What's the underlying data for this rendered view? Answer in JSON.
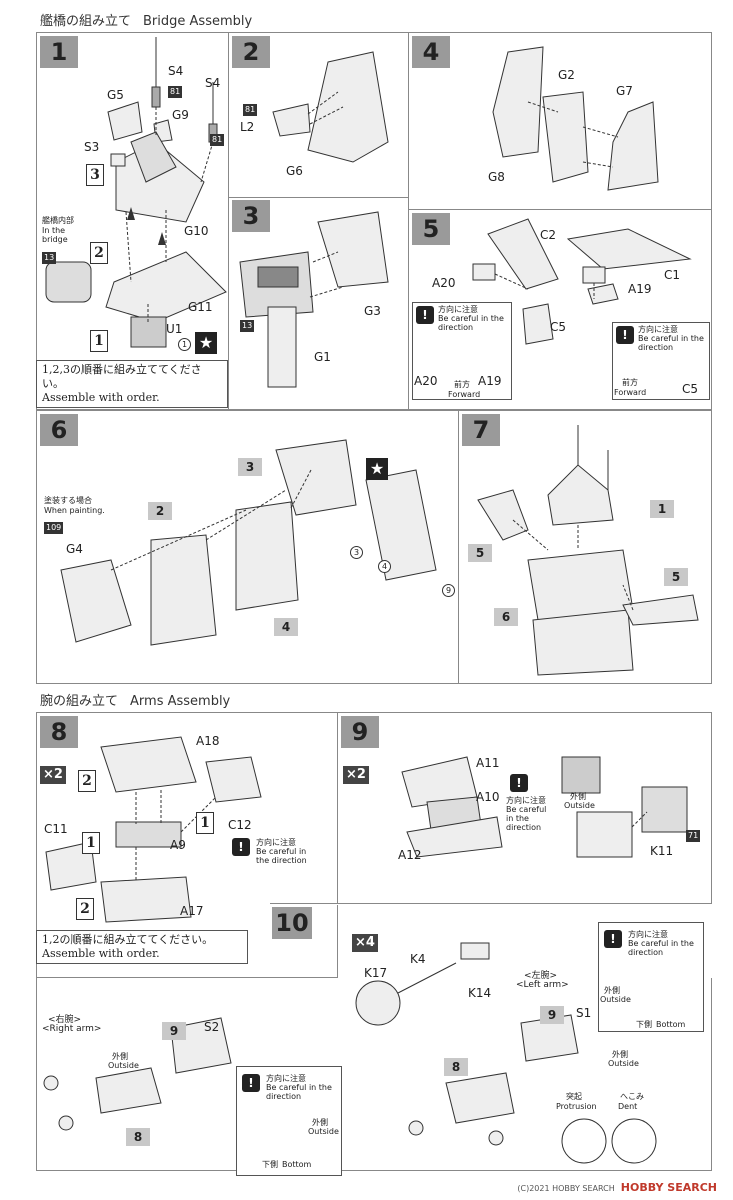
{
  "bridge": {
    "title_jp": "艦橋の組み立て",
    "title_en": "Bridge Assembly"
  },
  "arms": {
    "title_jp": "腕の組み立て",
    "title_en": "Arms Assembly"
  },
  "steps": {
    "s1": {
      "num": "1",
      "labels": [
        "S4",
        "S4",
        "G5",
        "G9",
        "S3",
        "G10",
        "G11",
        "U1"
      ],
      "decal": [
        "81",
        "81"
      ],
      "order": [
        "3",
        "2",
        "1"
      ],
      "inside_jp": "艦橋内部",
      "inside_en": "In the bridge",
      "inside_code": "13",
      "note_jp": "1,2,3の順番に組み立ててください。",
      "note_en": "Assemble with order.",
      "circle": "1"
    },
    "s2": {
      "num": "2",
      "labels": [
        "L2",
        "G6"
      ],
      "decal": "81"
    },
    "s3": {
      "num": "3",
      "labels": [
        "G3",
        "G1"
      ],
      "decal": "13"
    },
    "s4": {
      "num": "4",
      "labels": [
        "G2",
        "G7",
        "G8"
      ]
    },
    "s5": {
      "num": "5",
      "labels": [
        "C2",
        "C1",
        "A20",
        "A19",
        "C5",
        "A20",
        "A19",
        "C5"
      ],
      "caution_jp": "方向に注意",
      "caution_en": "Be careful in the direction",
      "forward_jp": "前方",
      "forward_en": "Forward"
    },
    "s6": {
      "num": "6",
      "paint_jp": "塗装する場合",
      "paint_en": "When painting.",
      "paint_code": "109",
      "label": "G4",
      "boxes": [
        "3",
        "2",
        "4"
      ],
      "circles": [
        "3",
        "4",
        "9"
      ]
    },
    "s7": {
      "num": "7",
      "boxes": [
        "1",
        "5",
        "5",
        "6"
      ]
    },
    "s8": {
      "num": "8",
      "mult": "×2",
      "labels": [
        "A18",
        "C11",
        "A9",
        "C12",
        "A17"
      ],
      "order": [
        "2",
        "1",
        "1",
        "2"
      ],
      "caution_jp": "方向に注意",
      "caution_en": "Be careful in the direction",
      "note_jp": "1,2の順番に組み立ててください。",
      "note_en": "Assemble with order."
    },
    "s9": {
      "num": "9",
      "mult": "×2",
      "labels": [
        "A11",
        "A10",
        "A12",
        "K11"
      ],
      "decal": "71",
      "caution_jp": "方向に注意",
      "caution_en": "Be careful in the direction",
      "outside_jp": "外側",
      "outside_en": "Outside"
    },
    "s10": {
      "num": "10",
      "mult": "×4",
      "labels": [
        "K4",
        "K17",
        "K14",
        "S2",
        "S1"
      ],
      "right_jp": "<右腕>",
      "right_en": "<Right arm>",
      "left_jp": "<左腕>",
      "left_en": "<Left arm>",
      "outside_jp": "外側",
      "outside_en": "Outside",
      "caution_jp": "方向に注意",
      "caution_en": "Be careful in the direction",
      "bottom_jp": "下側",
      "bottom_en": "Bottom",
      "protrusion_jp": "突起",
      "protrusion_en": "Protrusion",
      "dent_jp": "へこみ",
      "dent_en": "Dent",
      "boxes": [
        "9",
        "8",
        "9",
        "8"
      ]
    }
  },
  "watermark": {
    "brand": "HOBBY SEARCH",
    "copy": "(C)2021 HOBBY SEARCH"
  },
  "colors": {
    "step_gray": "#9a9a9a",
    "box_gray": "#c8c8c8",
    "line": "#888888"
  }
}
